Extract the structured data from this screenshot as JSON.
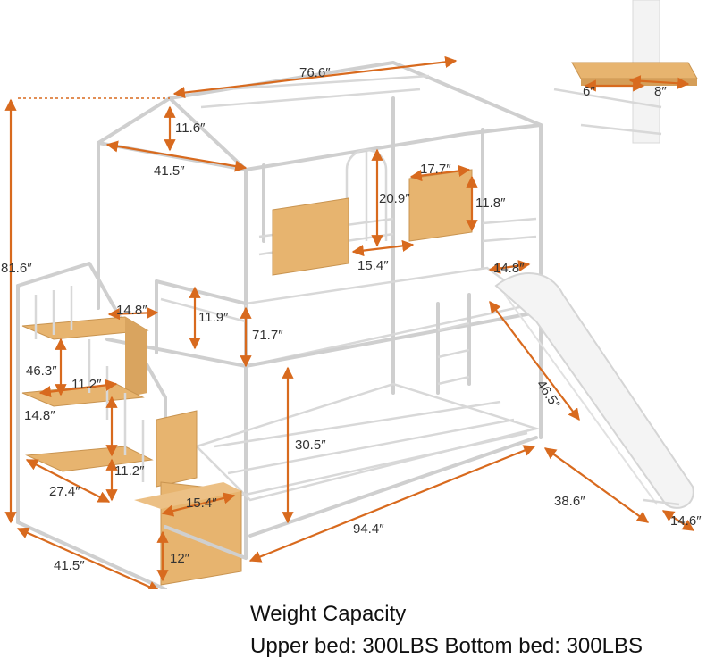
{
  "dimensions": {
    "roof_length": "76.6″",
    "roof_height": "11.6″",
    "house_width": "41.5″",
    "window_height": "20.9″",
    "panel_width": "17.7″",
    "panel_height": "11.8″",
    "window_width": "15.4″",
    "rail_gap": "14.8″",
    "total_height": "81.6″",
    "guard_width": "14.8″",
    "guard_height": "11.9″",
    "upper_clearance": "71.7″",
    "stair_total": "46.3″",
    "step_height_1": "11.2″",
    "step_depth": "14.8″",
    "lower_clearance": "30.5″",
    "slide_length": "46.5″",
    "step_height_2": "11.2″",
    "stair_length": "27.4″",
    "step_width": "15.4″",
    "bed_length": "94.4″",
    "slide_reach": "38.6″",
    "slide_width": "14.6″",
    "bottom_step": "12″",
    "base_width": "41.5″",
    "shelf_depth": "6″",
    "shelf_width": "8″"
  },
  "caption": {
    "title": "Weight Capacity",
    "weights": "Upper bed: 300LBS Bottom bed: 300LBS"
  },
  "colors": {
    "frame": "#cfcfcf",
    "wood": "#e7b46f",
    "arrow": "#d86a1e"
  }
}
